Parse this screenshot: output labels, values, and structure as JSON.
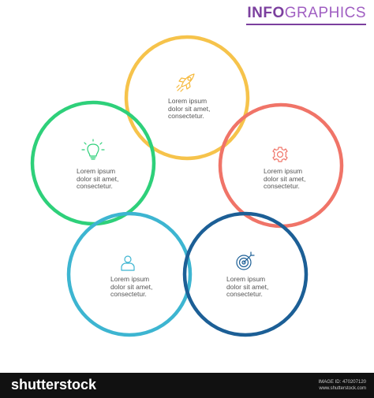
{
  "title": {
    "bold": "INFO",
    "light": "GRAPHICS"
  },
  "colors": {
    "title": "#7b3f9e",
    "yellow": "#f6c34b",
    "green": "#2ed07a",
    "red": "#f07468",
    "cyan": "#3db5d1",
    "blue": "#1c5f96",
    "footer": "#111111"
  },
  "nodes": [
    {
      "id": "top",
      "color": "yellow",
      "icon": "rocket-icon",
      "lines": [
        "Lorem ipsum",
        "dolor sit amet,",
        "consectetur."
      ]
    },
    {
      "id": "left",
      "color": "green",
      "icon": "lightbulb-icon",
      "lines": [
        "Lorem ipsum",
        "dolor sit amet,",
        "consectetur."
      ]
    },
    {
      "id": "right",
      "color": "red",
      "icon": "gear-icon",
      "lines": [
        "Lorem ipsum",
        "dolor sit amet,",
        "consectetur."
      ]
    },
    {
      "id": "bottom-left",
      "color": "cyan",
      "icon": "person-icon",
      "lines": [
        "Lorem ipsum",
        "dolor sit amet,",
        "consectetur."
      ]
    },
    {
      "id": "bottom-right",
      "color": "blue",
      "icon": "target-icon",
      "lines": [
        "Lorem ipsum",
        "dolor sit amet,",
        "consectetur."
      ]
    }
  ],
  "footer": {
    "brand": "shutterstock",
    "image_id_label": "IMAGE ID: 470207120",
    "site": "www.shutterstock.com"
  }
}
